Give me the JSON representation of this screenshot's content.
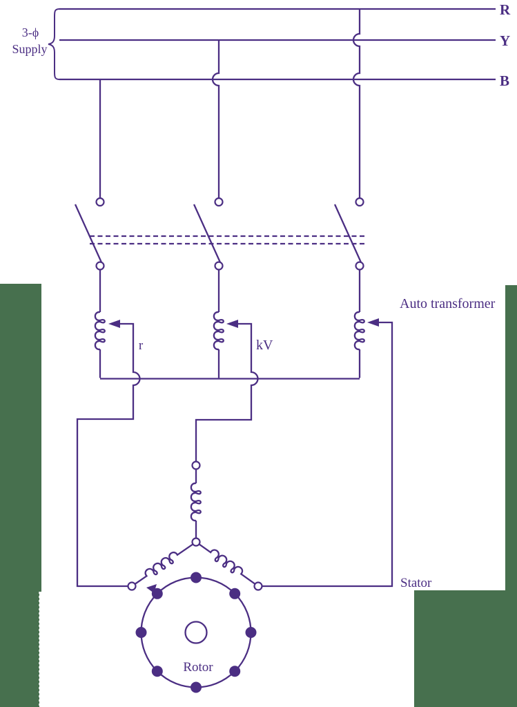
{
  "colors": {
    "ink": "#4B2E83",
    "background": "#FFFFFF",
    "artifact_green": "#47704E"
  },
  "supply": {
    "label_line1": "3-ϕ",
    "label_line2": "Supply",
    "phases": [
      "R",
      "Y",
      "B"
    ]
  },
  "labels": {
    "autotransformer": "Auto transformer",
    "tap_resistance": "r",
    "tap_voltage": "kV",
    "stator": "Stator",
    "rotor": "Rotor"
  }
}
